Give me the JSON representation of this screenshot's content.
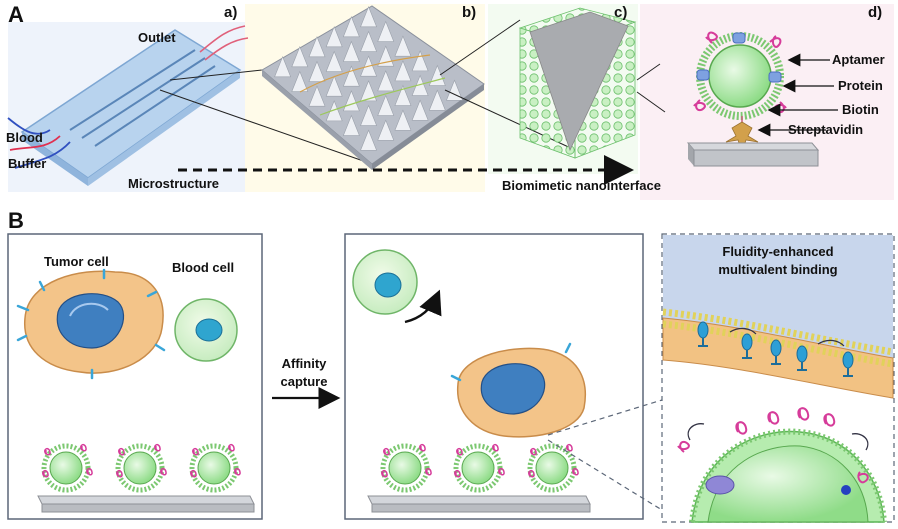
{
  "section_a": {
    "letter": "A",
    "panels": [
      "a)",
      "b)",
      "c)",
      "d)"
    ],
    "chip_labels": {
      "outlet": "Outlet",
      "blood": "Blood",
      "buffer": "Buffer"
    },
    "microstructure": "Microstructure",
    "nanointerface": "Biomimetic nanointerface",
    "components": [
      "Aptamer",
      "Protein",
      "Biotin",
      "Streptavidin"
    ]
  },
  "section_b": {
    "letter": "B",
    "tumor_cell": "Tumor cell",
    "blood_cell": "Blood cell",
    "affinity_line1": "Affinity",
    "affinity_line2": "capture",
    "zoom_title_line1": "Fluidity-enhanced",
    "zoom_title_line2": "multivalent binding"
  },
  "colors": {
    "chip_blue": "#b8d3ee",
    "tumor_orange": "#f3c489",
    "nucleus_blue": "#3f7fc0",
    "vesicle_green": "#a6e6a0",
    "aptamer_pink": "#d63c9a",
    "panel_bg": "#fbeff4"
  }
}
